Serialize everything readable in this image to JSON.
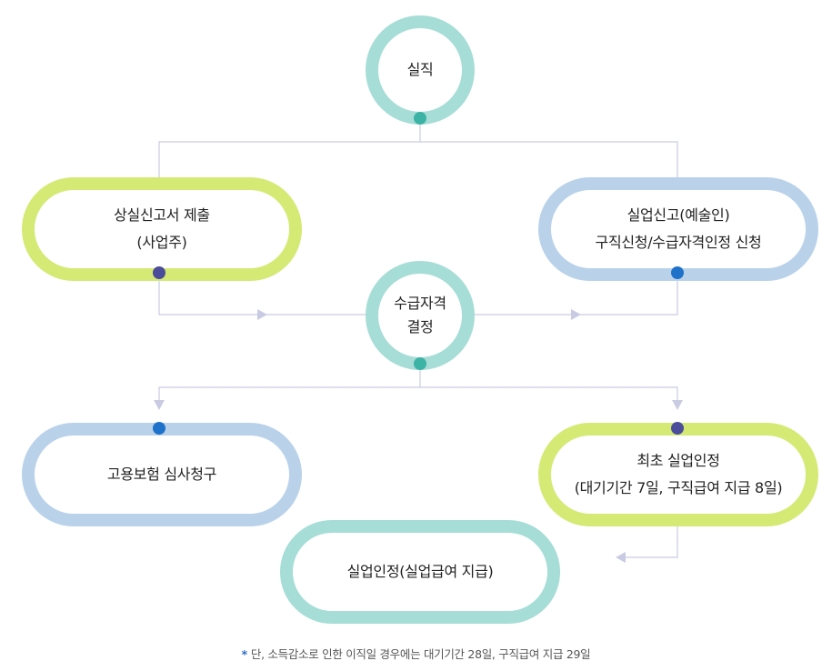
{
  "colors": {
    "teal": "#a6ddd6",
    "green": "#d4ea75",
    "blue": "#b9d2ea",
    "dot_teal": "#3db3a6",
    "dot_navy": "#4b4d9a",
    "dot_blue": "#1e72c9",
    "connector": "#c9cbe2"
  },
  "nodes": {
    "job_loss": {
      "line1": "실직"
    },
    "loss_report": {
      "line1": "상실신고서 제출",
      "line2": "(사업주)"
    },
    "unemployment_report": {
      "line1": "실업신고(예술인)",
      "line2": "구직신청/수급자격인정 신청"
    },
    "eligibility": {
      "line1": "수급자격",
      "line2": "결정"
    },
    "review_request": {
      "line1": "고용보험 심사청구"
    },
    "first_recognition": {
      "line1": "최초 실업인정",
      "line2": "(대기기간 7일, 구직급여 지급 8일)"
    },
    "recognition": {
      "line1": "실업인정(실업급여 지급)"
    }
  },
  "footnote": {
    "marker": "*",
    "text": "단, 소득감소로 인한 이직일 경우에는 대기기간 28일, 구직급여 지급 29일"
  }
}
